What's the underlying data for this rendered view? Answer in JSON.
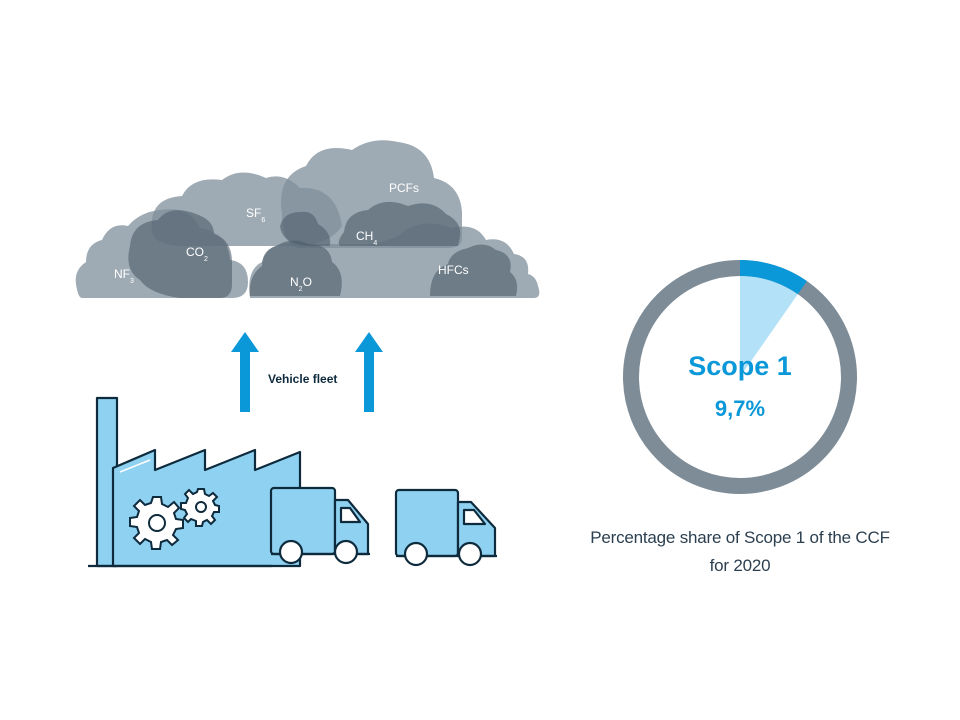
{
  "gases": [
    {
      "base": "NF",
      "sub": "3"
    },
    {
      "base": "CO",
      "sub": "2"
    },
    {
      "base": "SF",
      "sub": "6"
    },
    {
      "base": "N",
      "sub": "2",
      "after": "O"
    },
    {
      "base": "CH",
      "sub": "4"
    },
    {
      "base": "PCFs",
      "sub": ""
    },
    {
      "base": "HFCs",
      "sub": ""
    }
  ],
  "fleet_label": "Vehicle fleet",
  "chart_data": {
    "type": "pie",
    "title": "Scope 1",
    "value_label": "9,7%",
    "values": [
      9.7,
      90.3
    ],
    "highlight_value": 9.7,
    "caption_line1": "Percentage share of Scope 1 of the CCF",
    "caption_line2": "for 2020"
  },
  "colors": {
    "cloud": "#7f8f9b",
    "cloud_dark": "#4e5e6a",
    "arrow": "#0b98d8",
    "factory_fill": "#8fd1f0",
    "outline": "#0e2a3d",
    "ring": "#7e8c97",
    "highlight": "#0b98d8",
    "highlight_light": "#b3e1f7"
  }
}
